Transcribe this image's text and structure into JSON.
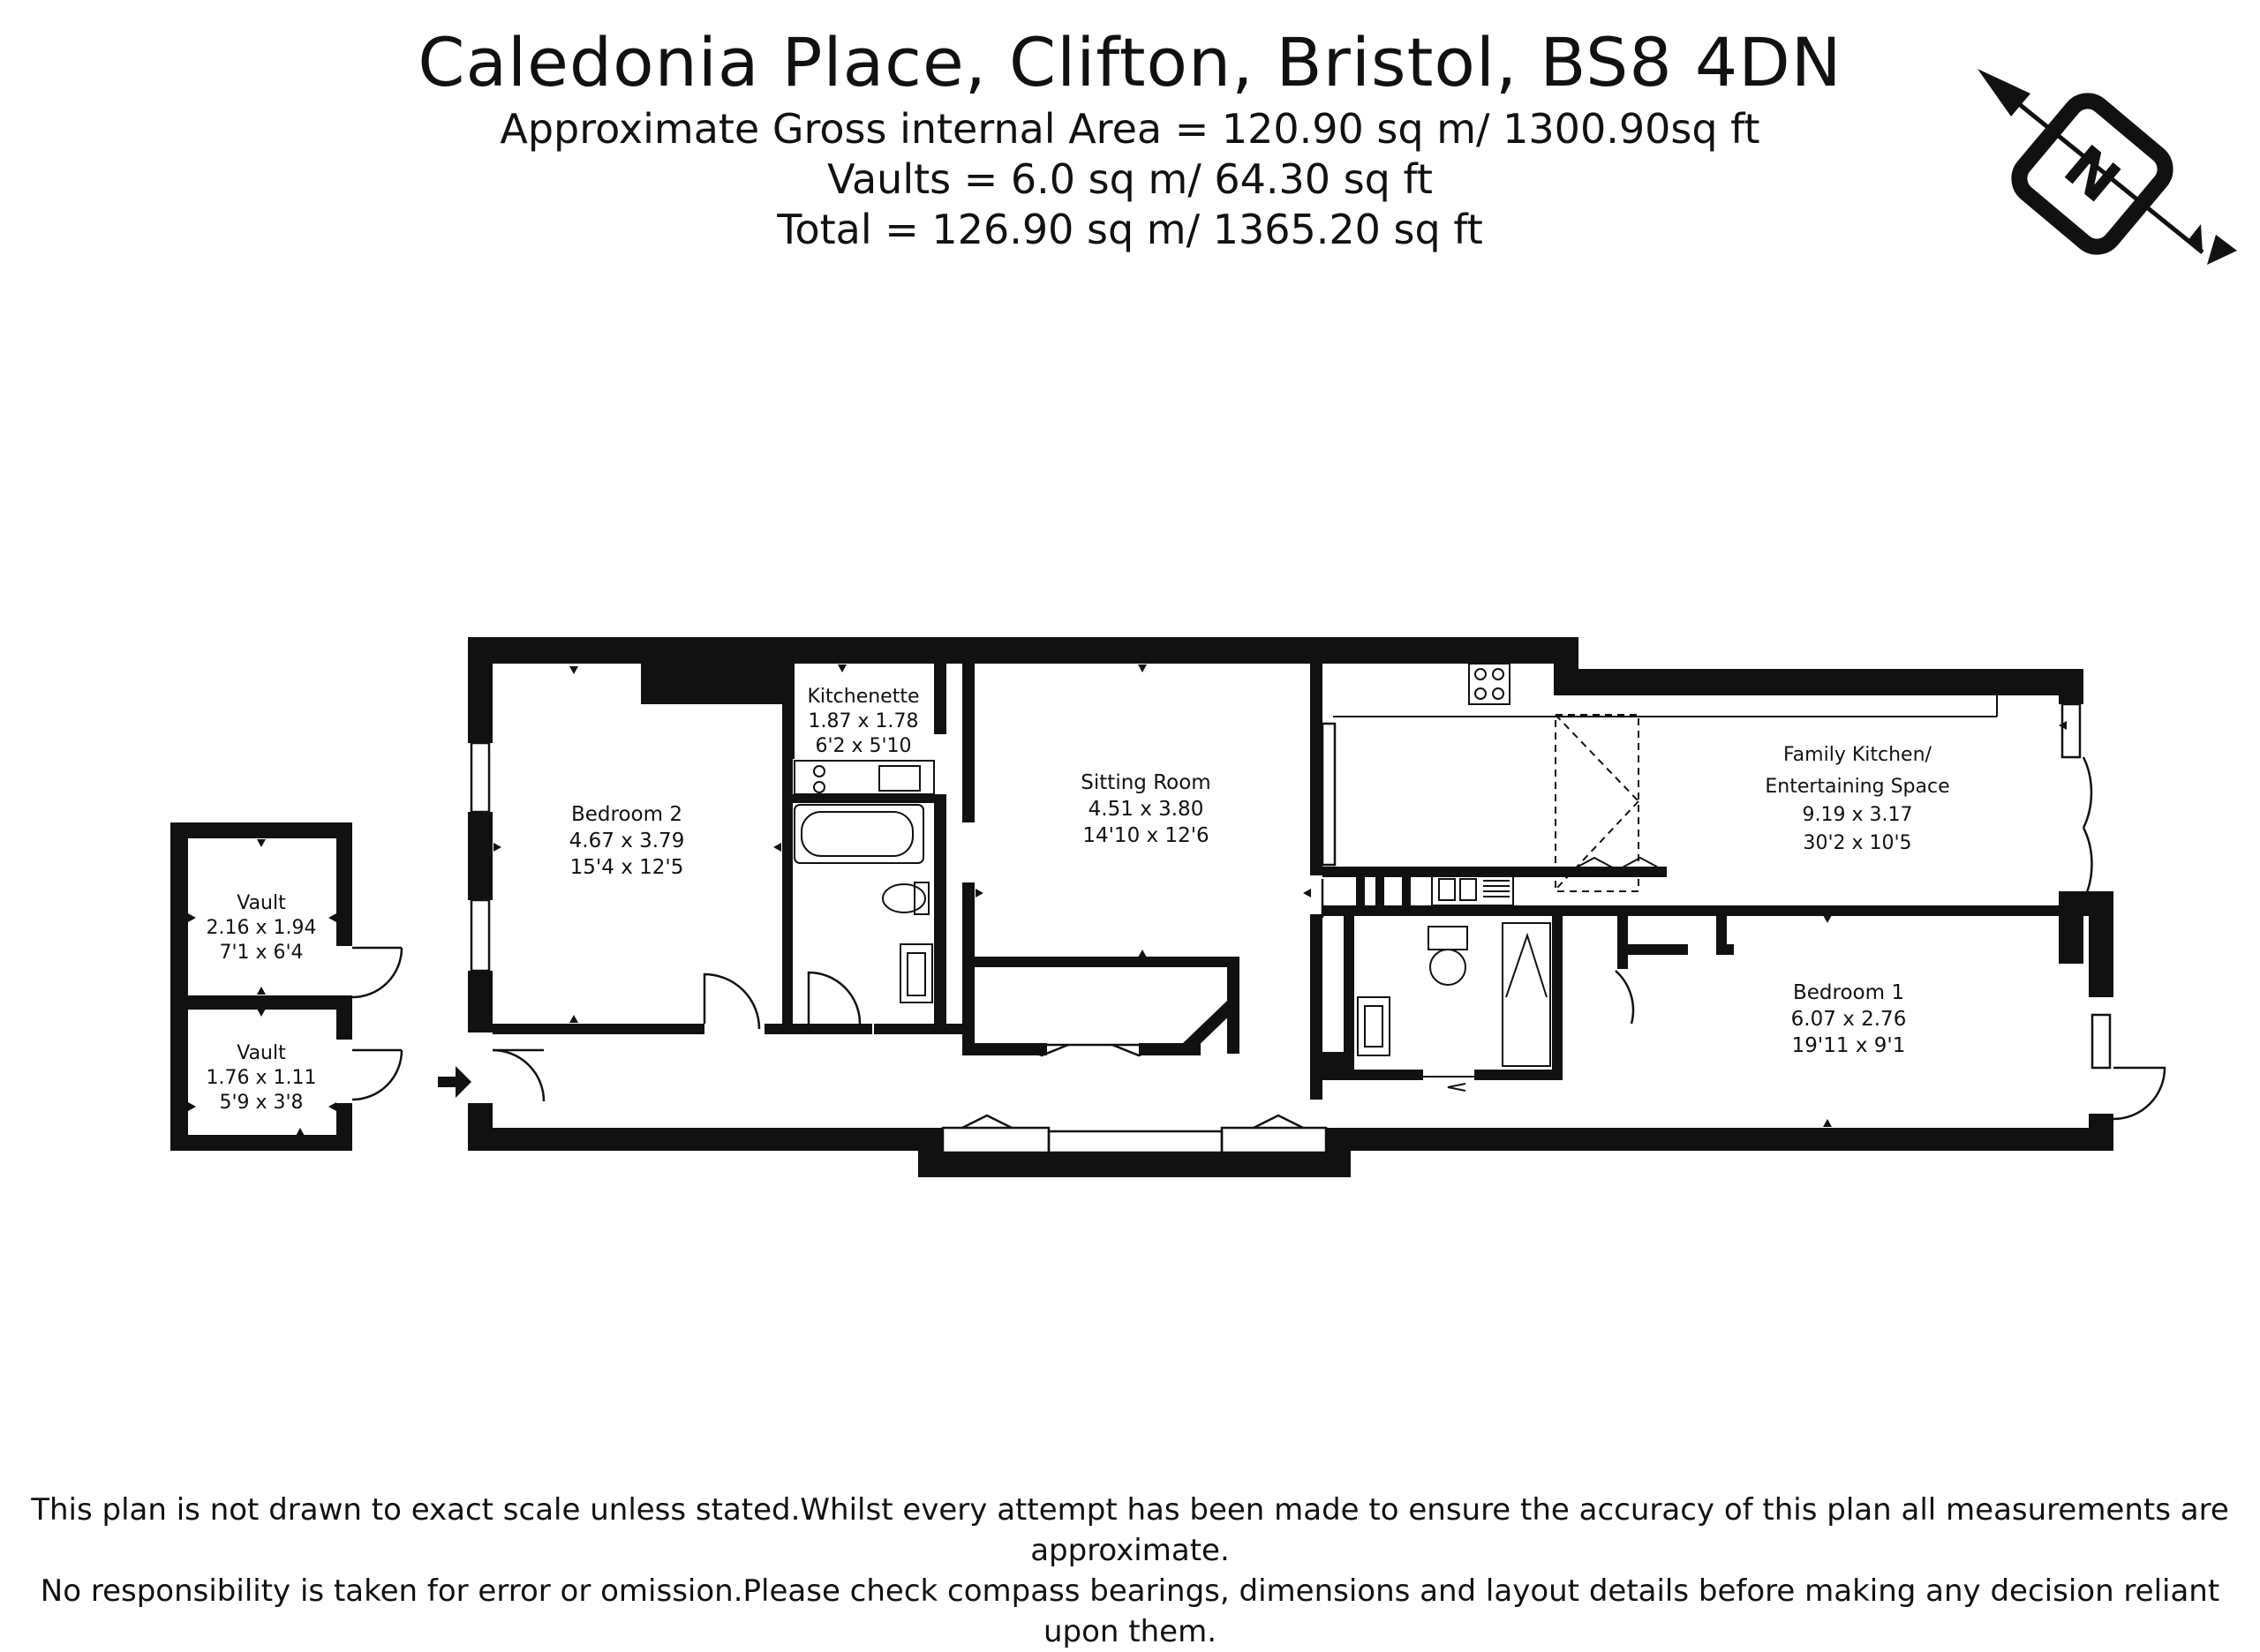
{
  "header": {
    "title": "Caledonia Place, Clifton, Bristol, BS8 4DN",
    "gross_area": "Approximate Gross internal Area = 120.90 sq m/ 1300.90sq ft",
    "vaults_area": "Vaults  =  6.0 sq m/   64.30 sq ft",
    "total_area": "Total = 126.90 sq m/  1365.20 sq ft"
  },
  "compass": {
    "letter": "N",
    "icon": "north-compass-icon"
  },
  "rooms": {
    "vault_1": {
      "name": "Vault",
      "metric": "2.16 x 1.94",
      "imperial": "7'1 x 6'4"
    },
    "vault_2": {
      "name": "Vault",
      "metric": "1.76 x 1.11",
      "imperial": "5'9 x 3'8"
    },
    "bedroom_2": {
      "name": "Bedroom 2",
      "metric": "4.67 x 3.79",
      "imperial": "15'4 x 12'5"
    },
    "kitchenette": {
      "name": "Kitchenette",
      "metric": "1.87 x 1.78",
      "imperial": "6'2 x 5'10"
    },
    "sitting_room": {
      "name": "Sitting Room",
      "metric": "4.51 x 3.80",
      "imperial": "14'10 x 12'6"
    },
    "family_kitchen": {
      "name_line1": "Family Kitchen/",
      "name_line2": "Entertaining Space",
      "metric": "9.19 x 3.17",
      "imperial": "30'2 x 10'5"
    },
    "bedroom_1": {
      "name": "Bedroom 1",
      "metric": "6.07 x 2.76",
      "imperial": "19'11 x 9'1"
    }
  },
  "colors": {
    "wall": "#111111",
    "background": "#ffffff"
  },
  "footer": {
    "line1": "This plan is not drawn to exact scale unless stated.Whilst every attempt has been made to ensure the accuracy of this plan all measurements are approximate.",
    "line2": "No responsibility is taken for error or omission.Please check compass bearings, dimensions and layout details before making any decision reliant upon them."
  }
}
